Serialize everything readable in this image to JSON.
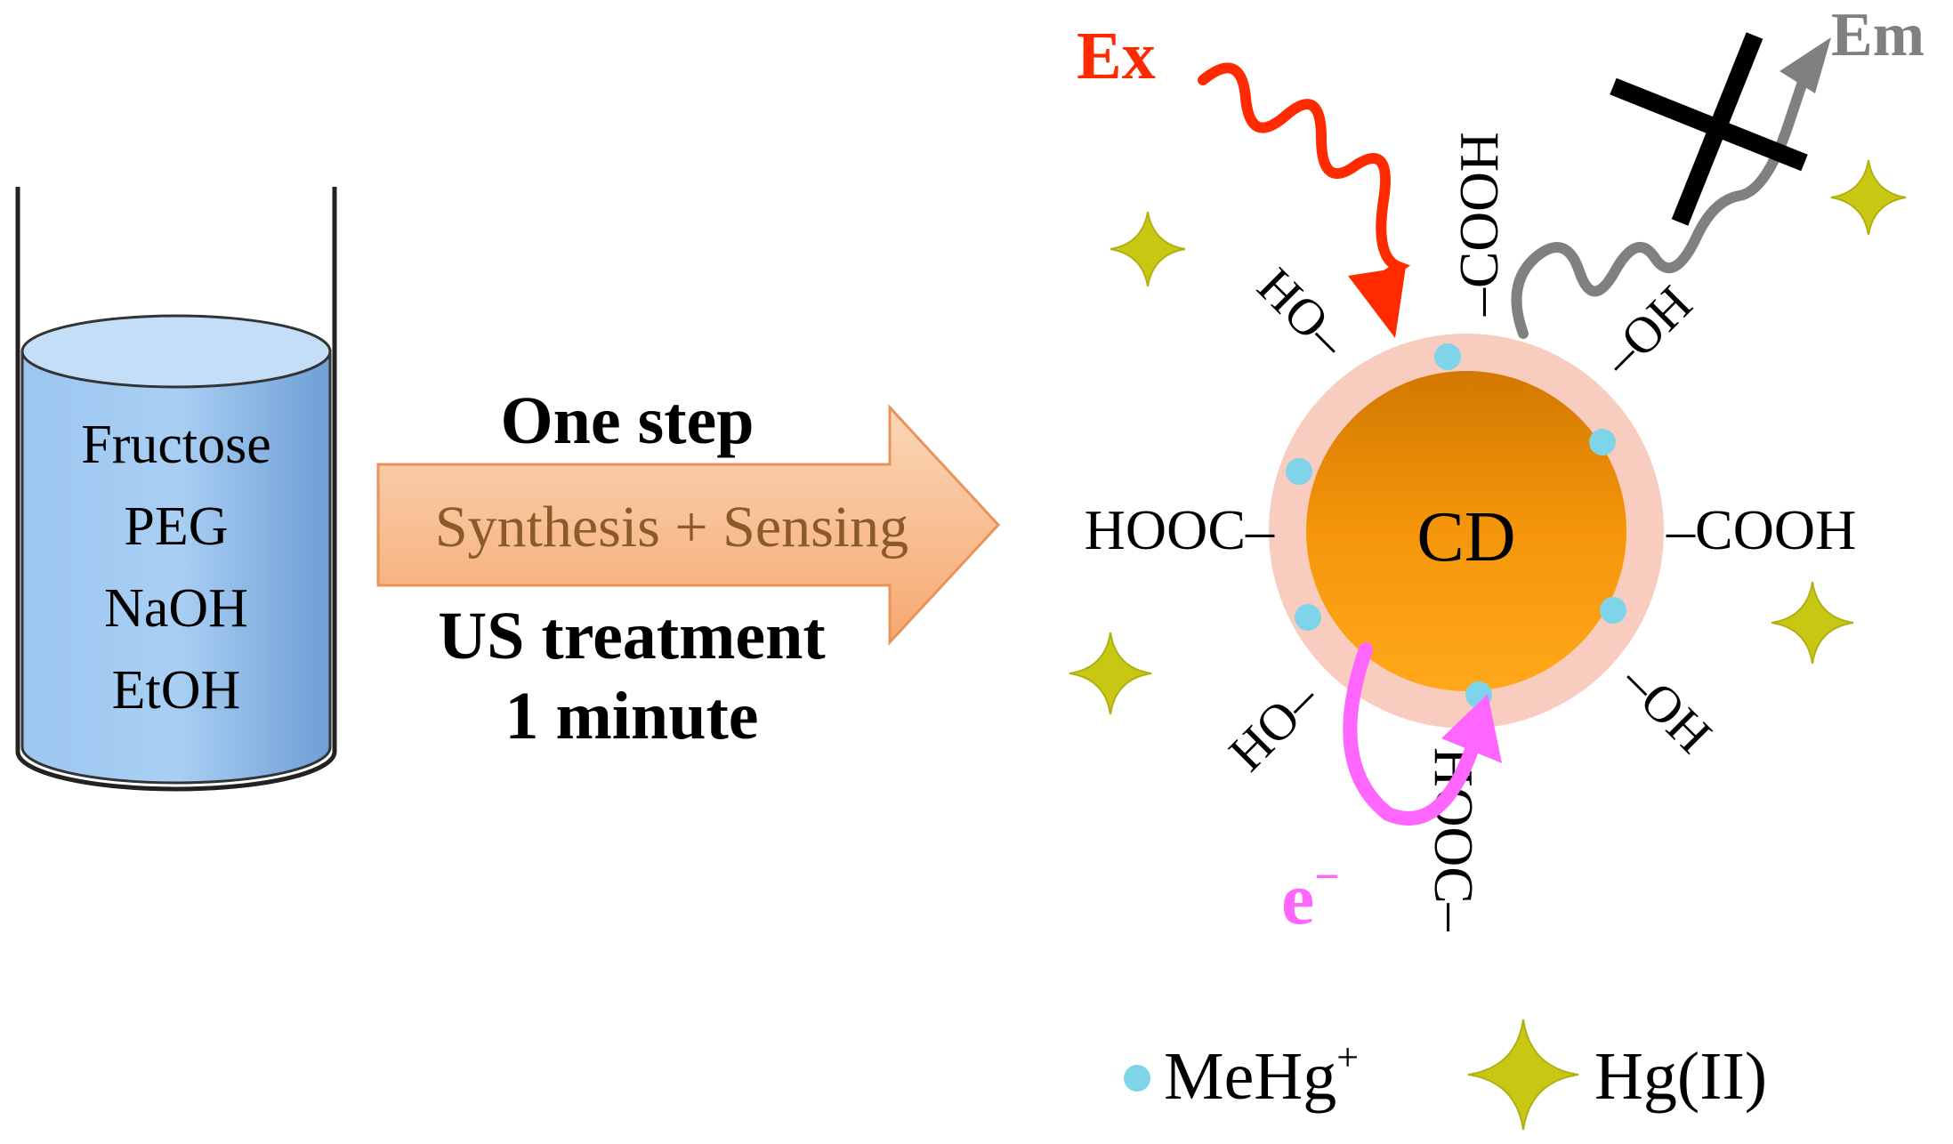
{
  "beaker": {
    "reagents": [
      "Fructose",
      "PEG",
      "NaOH",
      "EtOH"
    ]
  },
  "process_arrow": {
    "top_label": "One step",
    "inner_label": "Synthesis + Sensing",
    "bottom_label_line1": "US treatment",
    "bottom_label_line2": "1 minute"
  },
  "carbon_dot": {
    "core_label": "CD",
    "groups": {
      "top": "–COOH",
      "bottom": "HOOC–",
      "left": "HOOC–",
      "right": "–COOH",
      "upper_left": "HO–",
      "upper_right": "–OH",
      "lower_left": "HO–",
      "lower_right": "–OH"
    }
  },
  "excitation": {
    "label": "Ex",
    "color": "#ff2a00"
  },
  "emission": {
    "label": "Em",
    "color": "#808080"
  },
  "electron": {
    "label": "e",
    "superscript": "−",
    "color": "#ff66ff"
  },
  "legend": {
    "mehg_label": "MeHg",
    "mehg_superscript": "+",
    "hg_label": "Hg(II)"
  },
  "colors": {
    "beaker_liquid": "#7fb3e6",
    "arrow_fill": "#f7b98a",
    "core": "#f59a06",
    "shell": "#f9cfc3",
    "mehg_dot": "#7dd3e8",
    "hg_star": "#c8c814",
    "quench_cross": "#000000"
  }
}
